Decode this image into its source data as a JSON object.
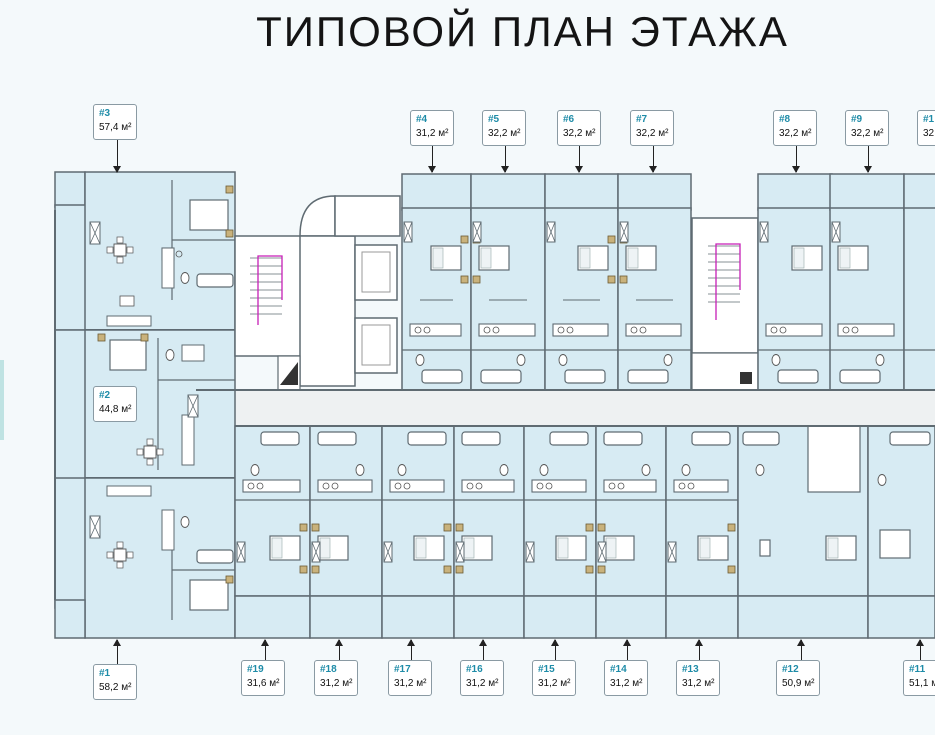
{
  "title": "ТИПОВОЙ ПЛАН ЭТАЖА",
  "colors": {
    "room_fill": "#d7ebf3",
    "wall": "#5f6b72",
    "number": "#1e8ca8",
    "stairs": "#c71fb6",
    "corridor": "#eef1f2"
  },
  "apartments": {
    "a1": {
      "num": "#1",
      "area": "58,2 м²"
    },
    "a2": {
      "num": "#2",
      "area": "44,8 м²"
    },
    "a3": {
      "num": "#3",
      "area": "57,4 м²"
    },
    "a4": {
      "num": "#4",
      "area": "31,2 м²"
    },
    "a5": {
      "num": "#5",
      "area": "32,2 м²"
    },
    "a6": {
      "num": "#6",
      "area": "32,2 м²"
    },
    "a7": {
      "num": "#7",
      "area": "32,2 м²"
    },
    "a8": {
      "num": "#8",
      "area": "32,2 м²"
    },
    "a9": {
      "num": "#9",
      "area": "32,2 м²"
    },
    "a10": {
      "num": "#1",
      "area": "32"
    },
    "a11": {
      "num": "#11",
      "area": "51,1 м"
    },
    "a12": {
      "num": "#12",
      "area": "50,9 м²"
    },
    "a13": {
      "num": "#13",
      "area": "31,2 м²"
    },
    "a14": {
      "num": "#14",
      "area": "31,2 м²"
    },
    "a15": {
      "num": "#15",
      "area": "31,2 м²"
    },
    "a16": {
      "num": "#16",
      "area": "31,2 м²"
    },
    "a17": {
      "num": "#17",
      "area": "31,2 м²"
    },
    "a18": {
      "num": "#18",
      "area": "31,2 м²"
    },
    "a19": {
      "num": "#19",
      "area": "31,6 м²"
    }
  }
}
